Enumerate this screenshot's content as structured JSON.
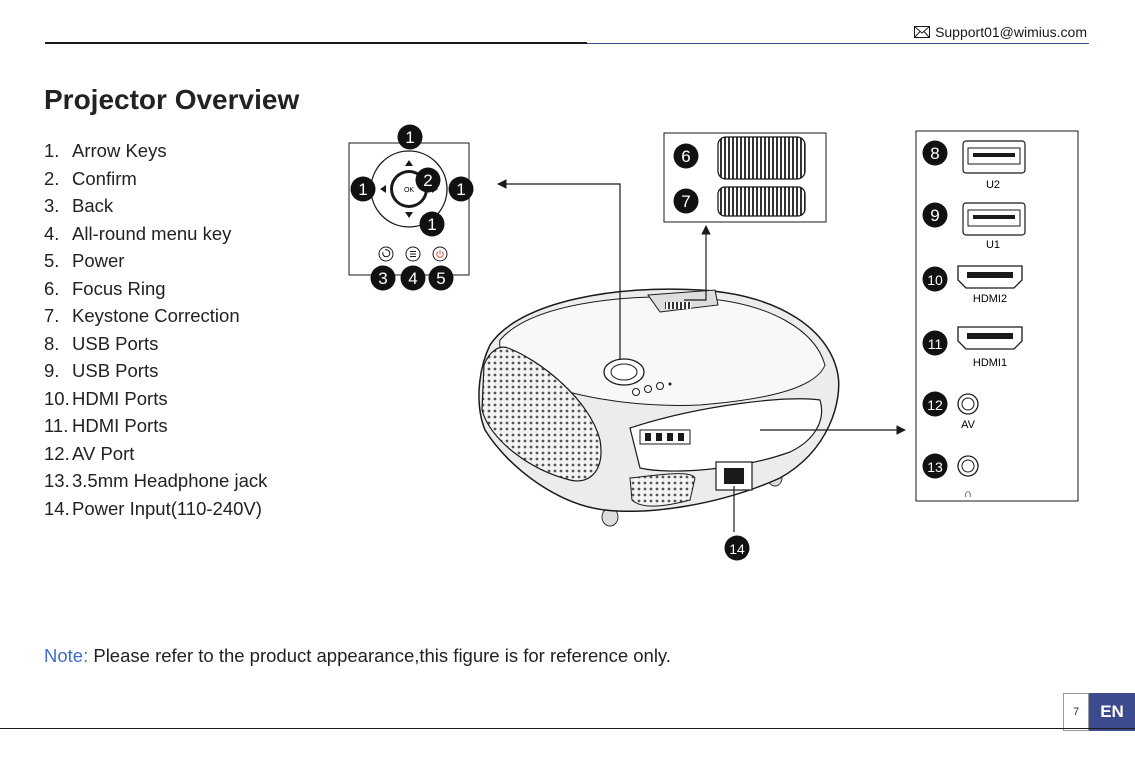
{
  "header": {
    "email": "Support01@wimius.com"
  },
  "title": "Projector Overview",
  "items": [
    {
      "num": "1.",
      "label": "Arrow Keys"
    },
    {
      "num": "2.",
      "label": "Confirm"
    },
    {
      "num": "3.",
      "label": "Back"
    },
    {
      "num": "4.",
      "label": "All-round menu key"
    },
    {
      "num": "5.",
      "label": "Power"
    },
    {
      "num": "6.",
      "label": "Focus Ring"
    },
    {
      "num": "7.",
      "label": "Keystone Correction"
    },
    {
      "num": "8.",
      "label": "USB Ports"
    },
    {
      "num": "9.",
      "label": "USB Ports"
    },
    {
      "num": "10.",
      "label": "HDMI Ports"
    },
    {
      "num": "11.",
      "label": "HDMI Ports"
    },
    {
      "num": "12.",
      "label": "AV Port"
    },
    {
      "num": "13.",
      "label": "3.5mm Headphone jack"
    },
    {
      "num": "14.",
      "label": "Power Input(110-240V)"
    }
  ],
  "diagram": {
    "ok_label": "OK",
    "callouts": {
      "c1": "1",
      "c2": "2",
      "c3": "3",
      "c4": "4",
      "c5": "5",
      "c6": "6",
      "c7": "7",
      "c8": "8",
      "c9": "9",
      "c10": "10",
      "c11": "11",
      "c12": "12",
      "c13": "13",
      "c14": "14"
    },
    "port_labels": {
      "u2": "U2",
      "u1": "U1",
      "hdmi2": "HDMI2",
      "hdmi1": "HDMI1",
      "av": "AV",
      "headphone": "∩"
    }
  },
  "note": {
    "label": "Note:",
    "text": "Please refer to the product appearance,this figure is for reference only."
  },
  "footer": {
    "page_number": "7",
    "language": "EN"
  },
  "colors": {
    "accent": "#3c4a8e",
    "note_label": "#3f6fc9",
    "power_icon": "#e0523a"
  }
}
